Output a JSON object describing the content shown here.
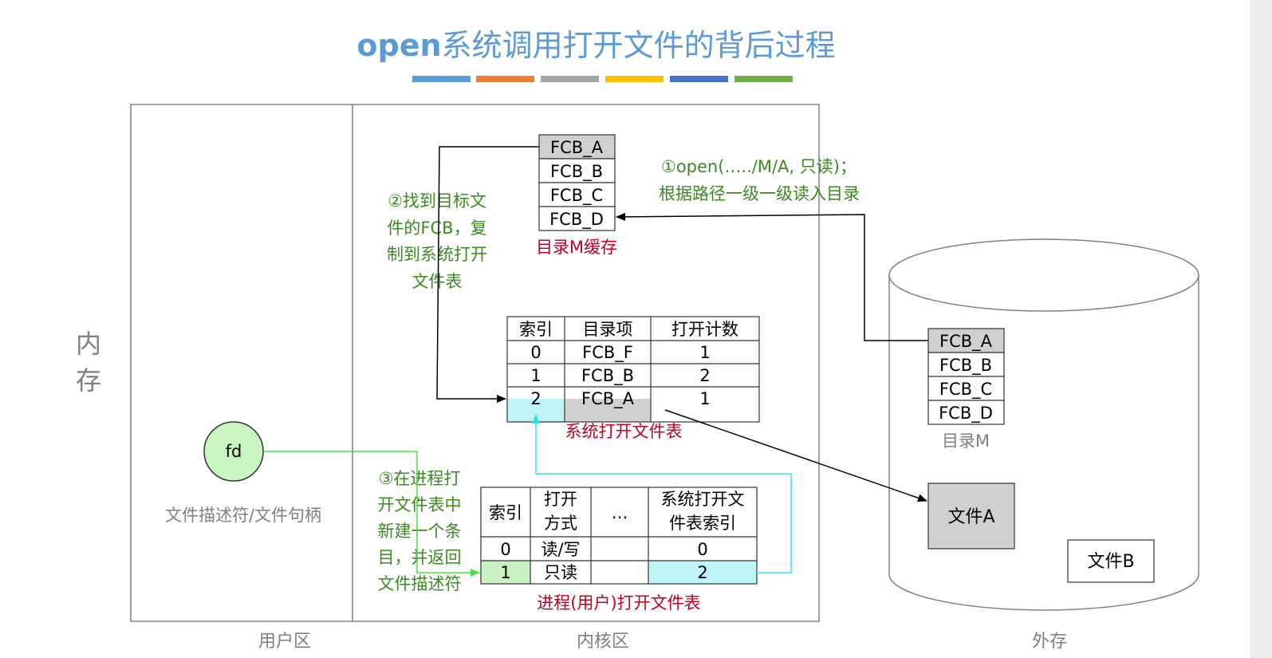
{
  "title": {
    "bold": "open",
    "rest": "系统调用打开文件的背后过程"
  },
  "title_bar_colors": [
    "#5b9bd5",
    "#ed7d31",
    "#a5a5a5",
    "#ffc000",
    "#4472c4",
    "#70ad47"
  ],
  "memory_label": [
    "内",
    "存"
  ],
  "regions": {
    "user": "用户区",
    "kernel": "内核区",
    "external": "外存"
  },
  "fd": {
    "label": "fd",
    "caption": "文件描述符/文件句柄"
  },
  "dir_cache": {
    "items": [
      "FCB_A",
      "FCB_B",
      "FCB_C",
      "FCB_D"
    ],
    "caption": "目录M缓存"
  },
  "disk_dir": {
    "items": [
      "FCB_A",
      "FCB_B",
      "FCB_C",
      "FCB_D"
    ],
    "caption": "目录M"
  },
  "files": {
    "a": "文件A",
    "b": "文件B"
  },
  "step1": [
    "①open(…../M/A, 只读)；",
    "根据路径一级一级读入目录"
  ],
  "step2": [
    "②找到目标文",
    "件的FCB，复",
    "制到系统打开",
    "文件表"
  ],
  "step3": [
    "③在进程打",
    "开文件表中",
    "新建一个条",
    "目，并返回",
    "文件描述符"
  ],
  "sys_table": {
    "caption": "系统打开文件表",
    "headers": [
      "索引",
      "目录项",
      "打开计数"
    ],
    "rows": [
      [
        "0",
        "FCB_F",
        "1"
      ],
      [
        "1",
        "FCB_B",
        "2"
      ],
      [
        "2",
        "FCB_A",
        "1"
      ]
    ]
  },
  "proc_table": {
    "caption": "进程(用户)打开文件表",
    "headers": [
      "索引",
      [
        "打开",
        "方式"
      ],
      "…",
      [
        "系统打开文",
        "件表索引"
      ]
    ],
    "rows": [
      [
        "0",
        "读/写",
        "",
        "0"
      ],
      [
        "1",
        "只读",
        "",
        "2"
      ]
    ]
  },
  "colors": {
    "green_text": "#3a8a1e",
    "red_text": "#c00020",
    "cyan": "#33e0e6",
    "green_line": "#44e044"
  }
}
